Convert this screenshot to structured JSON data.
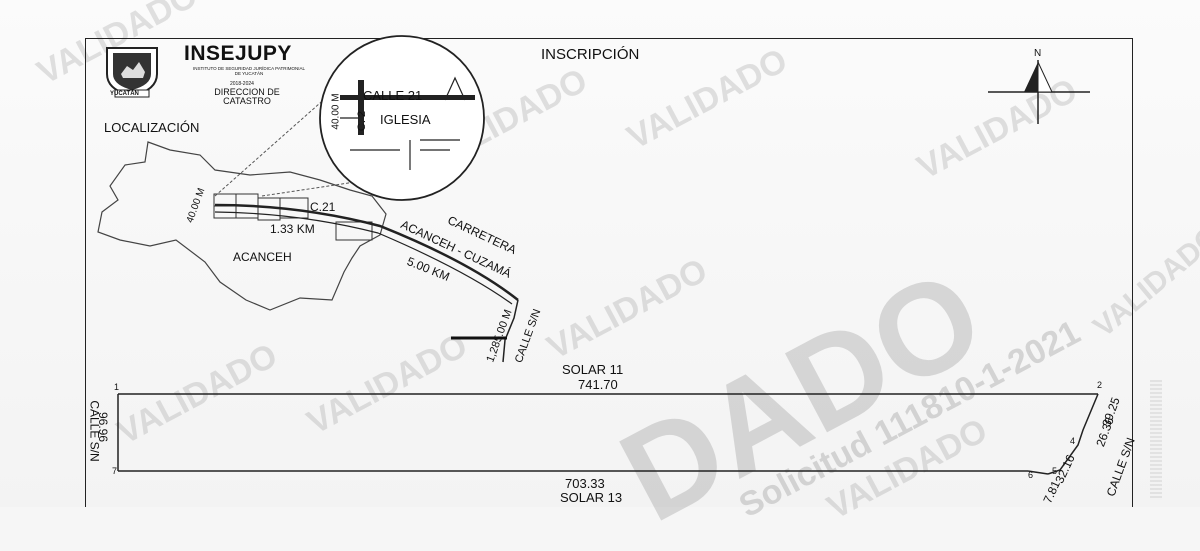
{
  "header": {
    "title": "INSCRIPCIÓN",
    "brand": "INSEJUPY",
    "brand_sub": "INSTITUTO DE SEGURIDAD JURÍDICA PATRIMONIAL DE YUCATÁN",
    "years": "2018-2024",
    "department": "DIRECCION DE CATASTRO",
    "seal_text": "YUCATÁN",
    "north": "N"
  },
  "location_map": {
    "heading": "LOCALIZACIÓN",
    "town": "ACANCEH",
    "street_c21": "C.21",
    "dist_40m": "40.00 M",
    "dist_133": "1.33 KM",
    "road_word": "CARRETERA",
    "road_name": "ACANCEH - CUZAMÁ",
    "dist_500": "5.00 KM",
    "dist_1285": "1,285.00 M",
    "calle_sn": "CALLE S/N"
  },
  "inset": {
    "calle21": "CALLE 21",
    "c2": "C. 2",
    "dist_40m": "40.00 M",
    "church": "IGLESIA"
  },
  "plot": {
    "top_neighbor": "SOLAR 11",
    "top_length": "741.70",
    "bottom_length": "703.33",
    "bottom_neighbor": "SOLAR 13",
    "left_length": "96.96",
    "left_street": "CALLE S/N",
    "right_seg_1": "39.25",
    "right_seg_2": "26.36",
    "right_street": "CALLE S/N",
    "seg_3216": "32.16",
    "seg_781": "7.81",
    "vertex_1": "1",
    "vertex_2": "2",
    "vertex_7": "7",
    "vertex_6": "6",
    "vertex_5": "5",
    "vertex_4": "4"
  },
  "watermarks": {
    "validado": "VALIDADO",
    "big": "DADO",
    "folio": "Solicitud 111810-1-2021"
  }
}
